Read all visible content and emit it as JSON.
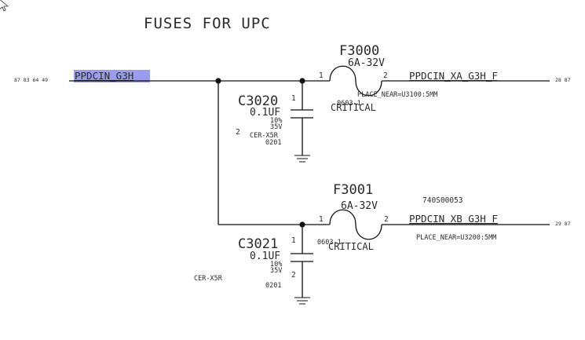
{
  "title": "FUSES FOR UPC",
  "input_net": {
    "name": "PPDCIN_G3H",
    "page_refs": "87 83 64 49",
    "highlight_color": "#9a9cf0"
  },
  "fuses": [
    {
      "ref": "F3000",
      "value": "6A-32V",
      "pin1": "1",
      "pin2": "2",
      "package": "0603-1",
      "critical": "CRITICAL",
      "place_near": "PLACE_NEAR=U3100:5MM",
      "out_net": "PPDCIN_XA_G3H_F",
      "out_refs": "28 87"
    },
    {
      "ref": "F3001",
      "value": "6A-32V",
      "pin1": "1",
      "pin2": "2",
      "package": "0603-1",
      "critical": "CRITICAL",
      "place_near": "PLACE_NEAR=U3200:5MM",
      "out_net": "PPDCIN_XB_G3H_F",
      "out_refs": "29 87",
      "part_number": "740S00053"
    }
  ],
  "capacitors": [
    {
      "ref": "C3020",
      "value": "0.1UF",
      "tolerance": "10%",
      "voltage": "35V",
      "dielectric": "CER-X5R",
      "size": "0201",
      "pin1": "1",
      "pin2": "2"
    },
    {
      "ref": "C3021",
      "value": "0.1UF",
      "tolerance": "10%",
      "voltage": "35V",
      "dielectric": "CER-X5R",
      "size": "0201",
      "pin1": "1",
      "pin2": "2"
    }
  ]
}
